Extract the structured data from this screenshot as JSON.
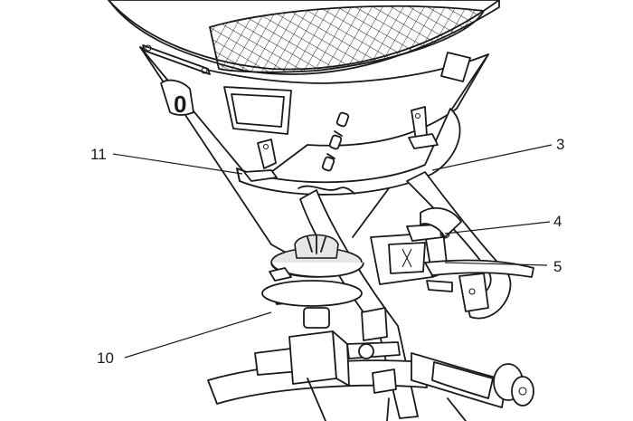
{
  "diagram": {
    "hopper_mark": "0",
    "callouts": [
      {
        "id": "c11",
        "label": "11"
      },
      {
        "id": "c3",
        "label": "3"
      },
      {
        "id": "c4",
        "label": "4"
      },
      {
        "id": "c5",
        "label": "5"
      },
      {
        "id": "c10",
        "label": "10"
      }
    ]
  },
  "colors": {
    "line": "#1a1a1a",
    "background": "#ffffff",
    "shade": "#e6e6e6"
  }
}
